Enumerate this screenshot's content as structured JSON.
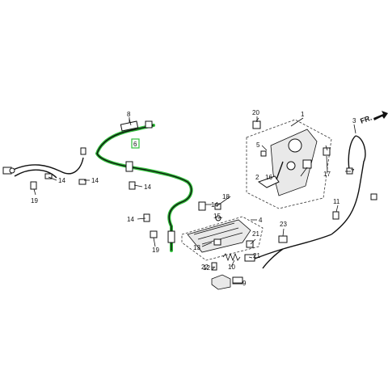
{
  "diagram": {
    "highlight_color": "#2fbf3a",
    "highlight_label": "6",
    "direction_label": "FR.",
    "callouts": {
      "c1": "1",
      "c2": "2",
      "c3": "3",
      "c4": "4",
      "c5": "5",
      "c7": "7",
      "c8": "8",
      "c9": "9",
      "c10": "10",
      "c11": "11",
      "c12": "12",
      "c13": "13",
      "c14a": "14",
      "c14b": "14",
      "c14c": "14",
      "c14d": "14",
      "c14e": "14",
      "c15": "15",
      "c16": "16",
      "c17": "17",
      "c18": "18",
      "c19a": "19",
      "c19b": "19",
      "c20": "20",
      "c21a": "21",
      "c21b": "21",
      "c22": "22",
      "c23": "23"
    }
  }
}
